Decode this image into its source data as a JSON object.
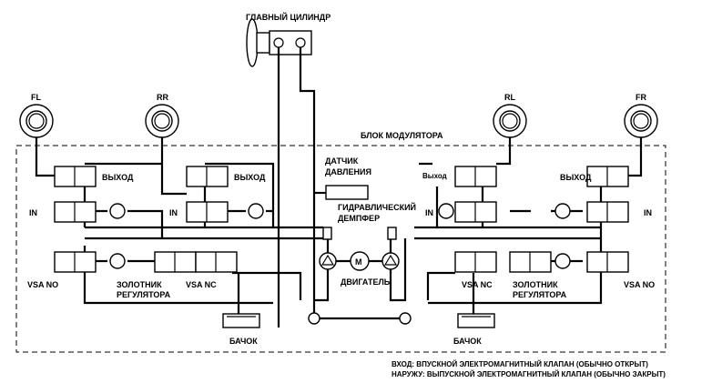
{
  "labels": {
    "master_cylinder": "ГЛАВНЫЙ ЦИЛИНДР",
    "modulator_block": "БЛОК МОДУЛЯТОРА",
    "wheel_fl": "FL",
    "wheel_rr": "RR",
    "wheel_rl": "RL",
    "wheel_fr": "FR",
    "out_fl": "ВЫХОД",
    "out_rr": "ВЫХОД",
    "out_rl": "Выход",
    "out_fr": "ВЫХОД",
    "in_fl": "IN",
    "in_rr": "IN",
    "in_rl": "IN",
    "in_fr": "IN",
    "pressure_sensor_1": "ДАТЧИК",
    "pressure_sensor_2": "ДАВЛЕНИЯ",
    "hydraulic_damper_1": "ГИДРАВЛИЧЕСКИЙ",
    "hydraulic_damper_2": "ДЕМПФЕР",
    "vsa_no_left": "VSA NO",
    "vsa_no_right": "VSA NO",
    "vsa_nc_left": "VSA NC",
    "vsa_nc_right": "VSA NC",
    "regulator_spool_left_1": "ЗОЛОТНИК",
    "regulator_spool_left_2": "РЕГУЛЯТОРА",
    "regulator_spool_right_1": "ЗОЛОТНИК",
    "regulator_spool_right_2": "РЕГУЛЯТОРА",
    "motor_symbol": "M",
    "motor_label": "ДВИГАТЕЛЬ",
    "reservoir_left": "БАЧОК",
    "reservoir_right": "БАЧОК"
  },
  "legend": {
    "line1": "ВХОД: ВПУСКНОЙ ЭЛЕКТРОМАГНИТНЫЙ КЛАПАН (ОБЫЧНО ОТКРЫТ)",
    "line2": "НАРУЖУ: ВЫПУСКНОЙ ЭЛЕКТРОМАГНИТНЫЙ КЛАПАН (ОБЫЧНО ЗАКРЫТ)"
  }
}
